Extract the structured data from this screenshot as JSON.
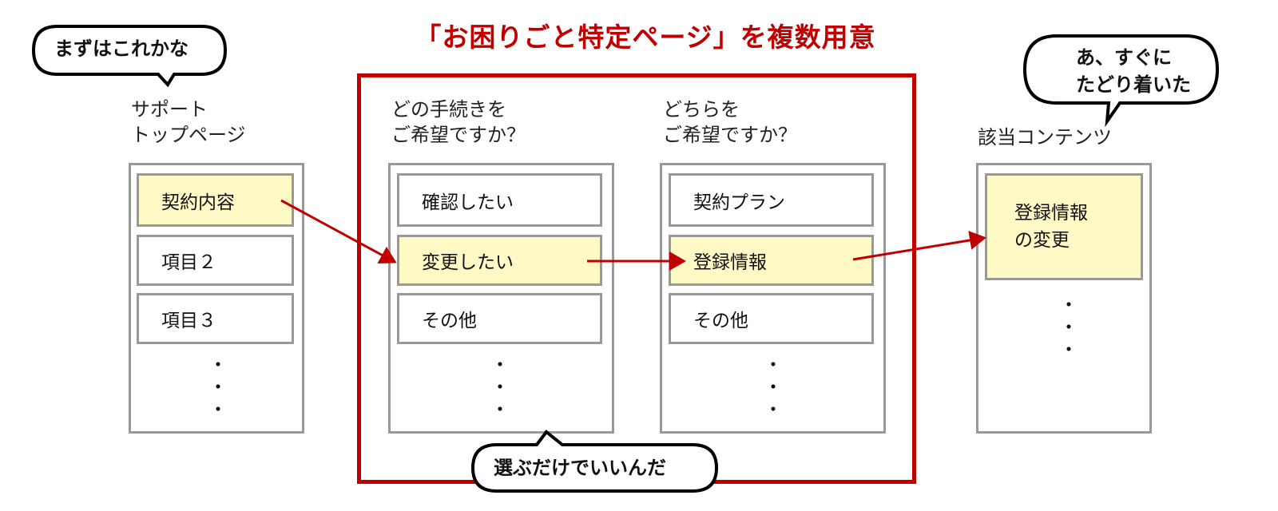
{
  "title": "「お困りごと特定ページ」を複数用意",
  "bubbles": {
    "start": "まずはこれかな",
    "end": "あ、すぐに\nたどり着いた",
    "middle": "選ぶだけでいいんだ"
  },
  "columns": [
    {
      "label": "サポート\nトップページ",
      "items": [
        "契約内容",
        "項目２",
        "項目３"
      ],
      "highlighted": 0,
      "more": "・\n・\n・"
    },
    {
      "label": "どの手続きを\nご希望ですか？",
      "items": [
        "確認したい",
        "変更したい",
        "その他"
      ],
      "highlighted": 1,
      "more": "・\n・\n・"
    },
    {
      "label": "どちらを\nご希望ですか？",
      "items": [
        "契約プラン",
        "登録情報",
        "その他"
      ],
      "highlighted": 1,
      "more": "・\n・\n・"
    },
    {
      "label": "該当コンテンツ",
      "content": "登録情報\nの変更",
      "more": "・\n・\n・"
    }
  ],
  "colors": {
    "accent": "#c00000",
    "highlight": "#fff9c6",
    "border": "#999999"
  }
}
